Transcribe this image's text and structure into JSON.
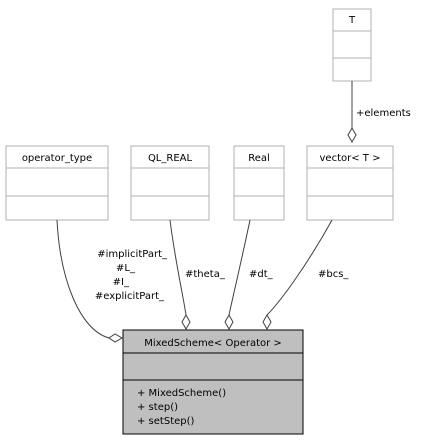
{
  "classes": {
    "operator_type": {
      "name": "operator_type"
    },
    "ql_real": {
      "name": "QL_REAL"
    },
    "real": {
      "name": "Real"
    },
    "vector": {
      "name": "vector< T >"
    },
    "t": {
      "name": "T"
    },
    "mixed_scheme": {
      "name": "MixedScheme< Operator >",
      "methods": [
        "+ MixedScheme()",
        "+ step()",
        "+ setStep()"
      ]
    }
  },
  "edges": {
    "elements": "+elements",
    "implicit_labels": [
      "#implicitPart_",
      "#L_",
      "#I_",
      "#explicitPart_"
    ],
    "theta": "#theta_",
    "dt": "#dt_",
    "bcs": "#bcs_"
  },
  "colors": {
    "main_fill": "#bfbfbf",
    "box_fill": "#ffffff",
    "box_border": "#b2b2b2",
    "main_border": "#000000",
    "edge": "#404040"
  }
}
